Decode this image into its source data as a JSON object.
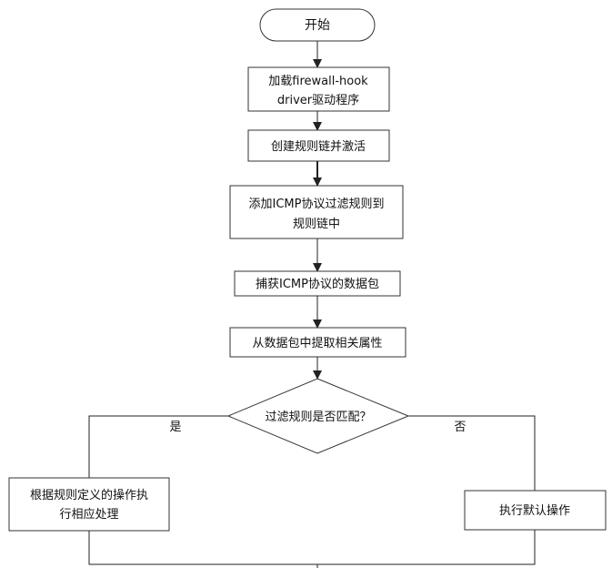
{
  "flowchart": {
    "start": "开始",
    "steps": [
      [
        "加载firewall-hook",
        "driver驱动程序"
      ],
      [
        "创建规则链并激活"
      ],
      [
        "添加ICMP协议过滤规则到",
        "规则链中"
      ],
      [
        "捕获ICMP协议的数据包"
      ],
      [
        "从数据包中提取相关属性"
      ]
    ],
    "decision": "过滤规则是否匹配？",
    "yes_label": "是",
    "no_label": "否",
    "yes_action": [
      "根据规则定义的操作执",
      "行相应处理"
    ],
    "no_action": "执行默认操作"
  }
}
